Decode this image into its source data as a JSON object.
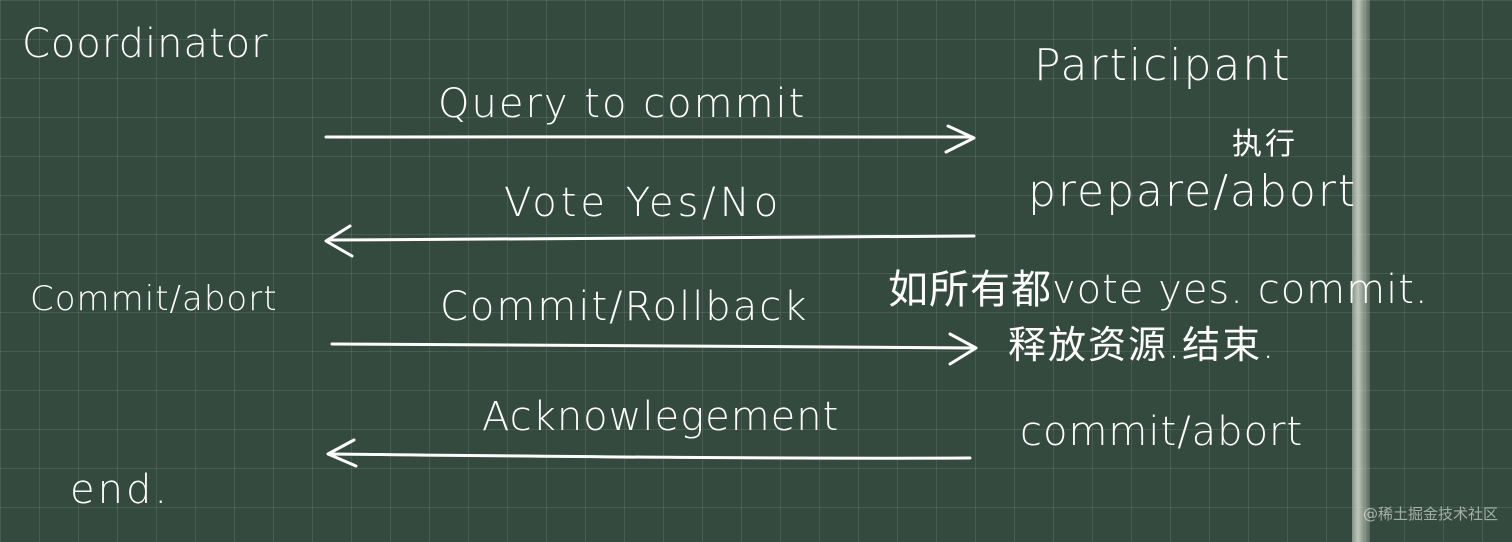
{
  "diagram": {
    "left_actor": "Coordinator",
    "right_actor": "Participant",
    "messages": [
      {
        "label": "Query to commit",
        "direction": "right"
      },
      {
        "label": "Vote Yes/No",
        "direction": "left"
      },
      {
        "label": "Commit/Rollback",
        "direction": "right"
      },
      {
        "label": "Acknowlegement",
        "direction": "left"
      }
    ],
    "left_notes": {
      "commit_abort": "Commit/abort",
      "end": "end."
    },
    "right_notes": {
      "zhixing": "执行",
      "prepare_abort": "prepare/abort",
      "all_vote_yes": "如所有都vote yes. commit.",
      "release": "释放资源.结束.",
      "commit_abort": "commit/abort"
    }
  },
  "watermark": "@稀土掘金技术社区",
  "colors": {
    "board": "#344a3f",
    "chalk": "#ffffff"
  }
}
